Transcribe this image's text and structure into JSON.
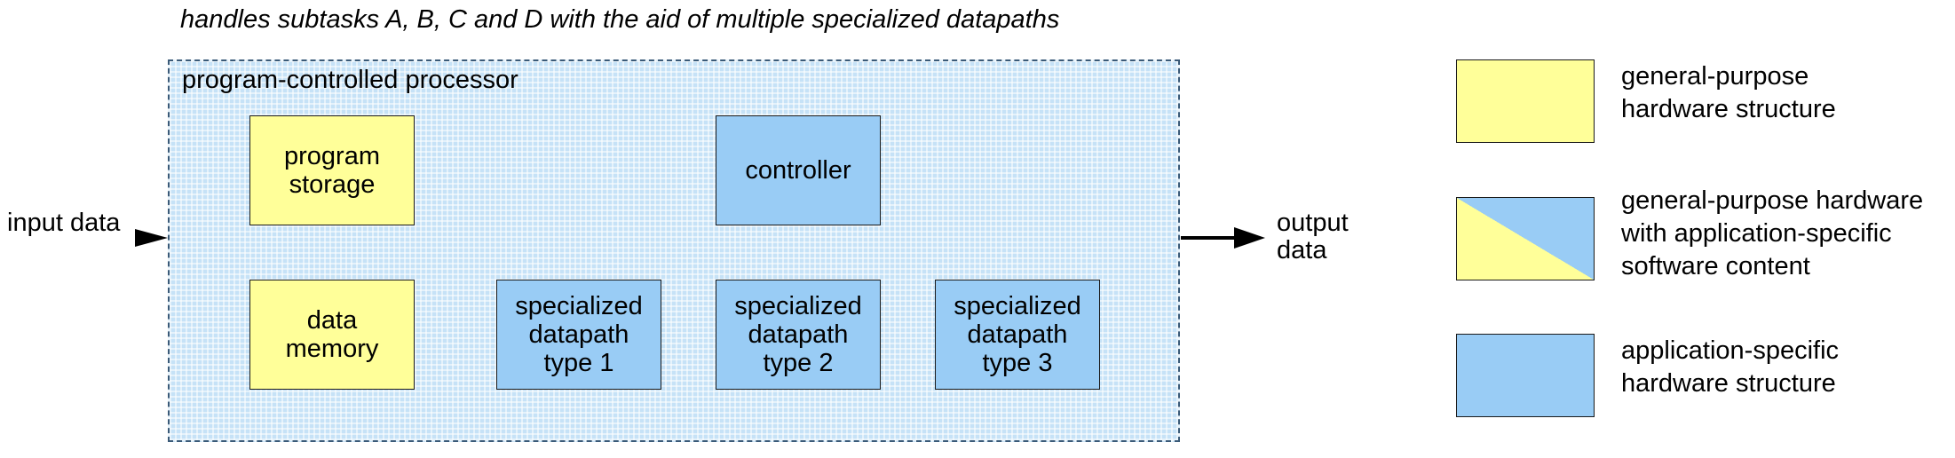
{
  "caption": "handles subtasks A, B, C and D with the aid of multiple specialized datapaths",
  "processor": {
    "title": "program-controlled processor",
    "blocks": {
      "program_storage": "program\nstorage",
      "controller": "controller",
      "data_memory": "data\nmemory",
      "datapath_1": "specialized\ndatapath\ntype 1",
      "datapath_2": "specialized\ndatapath\ntype 2",
      "datapath_3": "specialized\ndatapath\ntype 3"
    }
  },
  "io": {
    "input": "input  data",
    "output": "output\ndata"
  },
  "legend": {
    "general_purpose": "general-purpose\nhardware structure",
    "mixed": "general-purpose hardware\nwith application-specific\nsoftware content",
    "application_specific": "application-specific\nhardware structure"
  },
  "colors": {
    "general_purpose": "#ffff99",
    "application_specific": "#99ccf5",
    "processor_background": "#c6e2f7"
  }
}
